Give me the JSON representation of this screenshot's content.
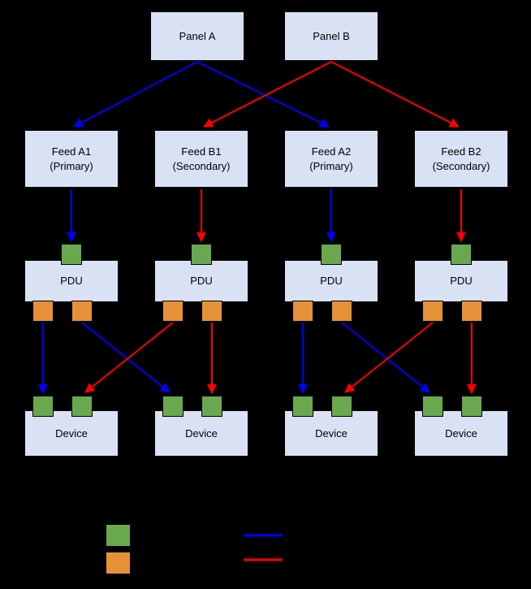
{
  "colors": {
    "background": "#000000",
    "box_fill": "#d9e2f5",
    "green_port": "#6aa84f",
    "orange_port": "#e69138",
    "primary_blue": "#0000ff",
    "secondary_red": "#ff0000"
  },
  "nodes": {
    "panel_a": "Panel A",
    "panel_b": "Panel B",
    "feeds": [
      {
        "line1": "Feed A1",
        "line2": "(Primary)"
      },
      {
        "line1": "Feed B1",
        "line2": "(Secondary)"
      },
      {
        "line1": "Feed A2",
        "line2": "(Primary)"
      },
      {
        "line1": "Feed B2",
        "line2": "(Secondary)"
      }
    ],
    "pdu_label": "PDU",
    "device_label": "Device"
  }
}
